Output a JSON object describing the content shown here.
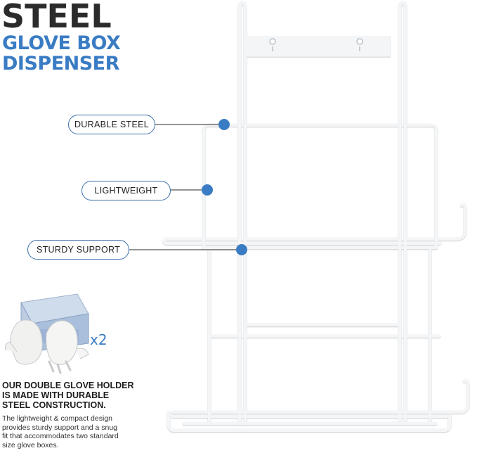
{
  "title": {
    "main": "STEEL",
    "line1": "GLOVE BOX",
    "line2": "DISPENSER"
  },
  "callouts": [
    {
      "label": "DURABLE STEEL"
    },
    {
      "label": "LIGHTWEIGHT"
    },
    {
      "label": "STURDY SUPPORT"
    }
  ],
  "glove_box": {
    "quantity_label": "x2"
  },
  "description": {
    "heading": [
      "OUR DOUBLE GLOVE HOLDER",
      "IS MADE WITH DURABLE",
      "STEEL CONSTRUCTION."
    ],
    "body": [
      "The lightweight & compact design",
      "provides sturdy support and a snug",
      "fit that accommodates two standard",
      "size glove boxes."
    ]
  },
  "colors": {
    "accent_blue": "#3a7cc4",
    "callout_dot": "#3a7cc4",
    "title_dark": "#2b2b2b"
  }
}
